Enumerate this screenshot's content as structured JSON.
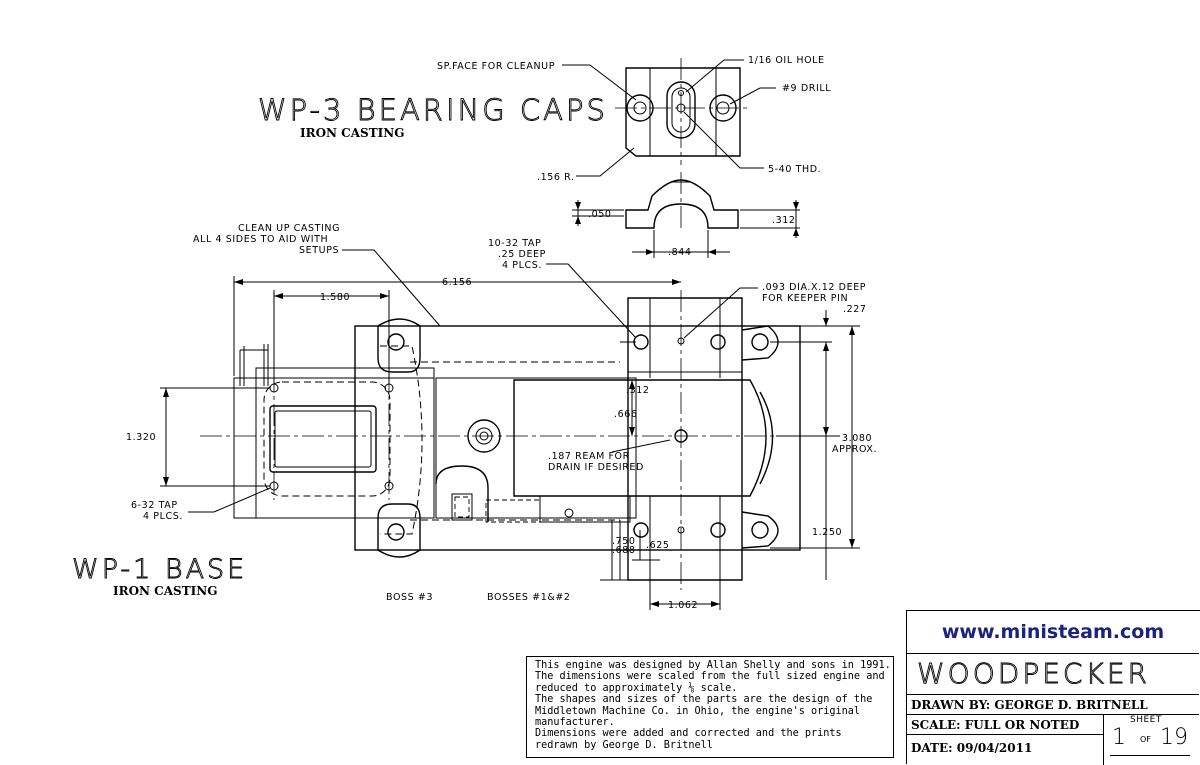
{
  "titles": {
    "caps_title": "WP-3 BEARING CAPS",
    "caps_material": "IRON CASTING",
    "base_title": "WP-1 BASE",
    "base_material": "IRON CASTING"
  },
  "callouts": {
    "spface": "SP.FACE FOR CLEANUP",
    "oil_hole": "1/16 OIL HOLE",
    "drill9": "#9 DRILL",
    "thd": "5-40 THD.",
    "radius": ".156 R.",
    "cleanup_1": "CLEAN UP CASTING",
    "cleanup_2": "ALL 4 SIDES TO AID WITH",
    "cleanup_3": "SETUPS",
    "tap10_1": "10-32 TAP",
    "tap10_2": ".25 DEEP",
    "tap10_3": "4 PLCS.",
    "keeper_1": ".093 DIA.X.12 DEEP",
    "keeper_2": "FOR KEEPER PIN",
    "ream_1": ".187 REAM FOR",
    "ream_2": "DRAIN IF DESIRED",
    "tap6_1": "6-32 TAP",
    "tap6_2": "4 PLCS.",
    "approx": "APPROX.",
    "boss3": "BOSS #3",
    "boss12": "BOSSES #1&#2"
  },
  "dimensions": {
    "d050": ".050",
    "d312a": ".312",
    "d844": ".844",
    "d6156": "6.156",
    "d1580": "1.580",
    "d227": ".227",
    "d312b": ".312",
    "d666": ".666",
    "d1320": "1.320",
    "d3080": "3.080",
    "d1250": "1.250",
    "d750": ".750",
    "d688": ".688",
    "d625": ".625",
    "d1062": "1.062"
  },
  "title_block": {
    "website": "www.ministeam.com",
    "project": "WOODPECKER",
    "drawn_by": "DRAWN BY: GEORGE  D.  BRITNELL",
    "scale": "SCALE: FULL OR NOTED",
    "date": "DATE: 09/04/2011",
    "sheet_label": "SHEET",
    "sheet_num": "1",
    "sheet_of": "OF",
    "sheet_total": "19"
  },
  "notes": [
    "This engine was designed by Allan Shelly and sons in 1991.",
    "The dimensions were scaled from the full sized engine and",
    "reduced to approximately ⅛ scale.",
    "The shapes and sizes of the parts are the design of the",
    "Middletown Machine Co. in Ohio, the engine's original",
    "manufacturer.",
    "Dimensions were added and corrected and the prints",
    "redrawn by George D. Britnell"
  ],
  "colors": {
    "website": "#1a237e",
    "lines": "#000000"
  }
}
